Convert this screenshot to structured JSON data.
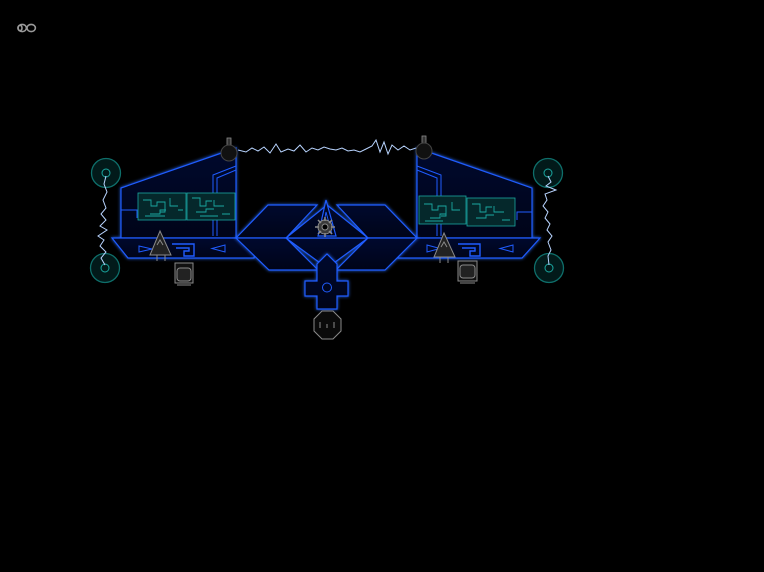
{
  "hud": {
    "lives_icon": "infinity-icon",
    "lives_value": "unlimited"
  },
  "ship": {
    "name": "blueprint-ship",
    "modules": [
      "left-wing",
      "right-wing",
      "central-hull",
      "cockpit-gear",
      "cross-module",
      "octagon-pod",
      "left-turret",
      "right-turret",
      "left-engine",
      "right-engine",
      "left-antenna",
      "right-antenna",
      "lightning-arc-top",
      "lightning-arc-left",
      "lightning-arc-right"
    ],
    "pylons": [
      "pylon-top-left",
      "pylon-bottom-left",
      "pylon-top-right",
      "pylon-bottom-right"
    ]
  },
  "colors": {
    "background": "#000000",
    "hull_stroke": "#1f5cff",
    "hull_fill": "#000a33",
    "circuit": "#1aa7a0",
    "pylon": "#0e6e6a",
    "lightning": "#b8d4ff",
    "part_gray": "#8a8a8a",
    "hud_gray": "#9a9a9a"
  }
}
